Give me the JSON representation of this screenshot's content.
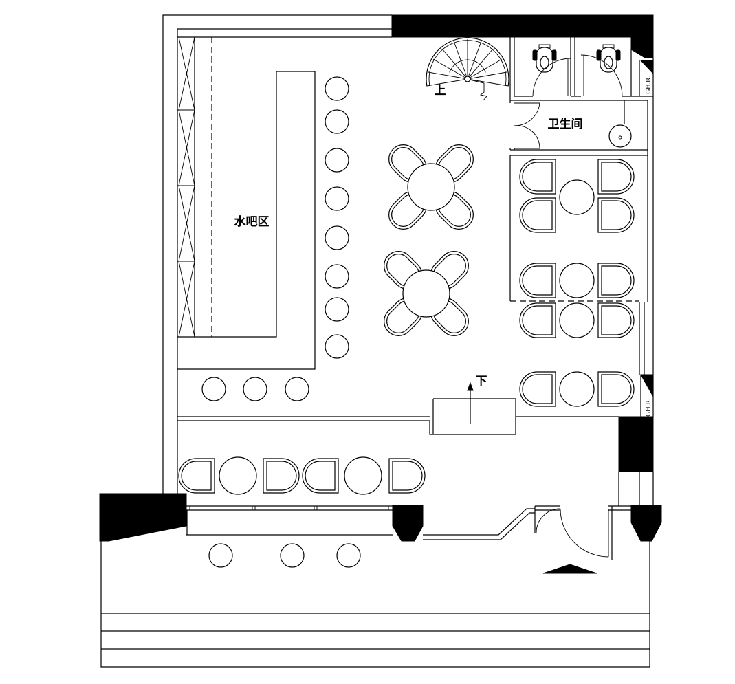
{
  "labels": {
    "bar_area": "水吧区",
    "restroom": "卫生间",
    "stair_up": "上",
    "stair_down": "下",
    "shaft_upper": "GH.R.",
    "shaft_lower": "GH.R."
  },
  "palette": {
    "ink": "#000000",
    "paper": "#ffffff"
  }
}
